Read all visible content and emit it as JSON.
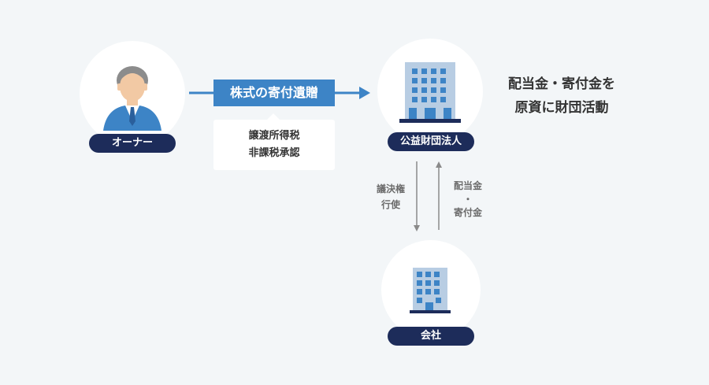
{
  "nodes": {
    "owner": {
      "label": "オーナー"
    },
    "foundation": {
      "label": "公益財団法人"
    },
    "company": {
      "label": "会社"
    }
  },
  "transfer": {
    "label": "株式の寄付遺贈",
    "note_line1": "譲渡所得税",
    "note_line2": "非課税承認"
  },
  "foundation_note": {
    "line1": "配当金・寄付金を",
    "line2": "原資に財団活動"
  },
  "down_flow": {
    "line1": "議決権",
    "line2": "行使"
  },
  "up_flow": {
    "line1": "配当金",
    "line2": "・",
    "line3": "寄付金"
  },
  "colors": {
    "background": "#f3f6f8",
    "accent_blue": "#3d84c6",
    "navy": "#1d2c5a",
    "arrow_gray": "#8a8a8a"
  }
}
